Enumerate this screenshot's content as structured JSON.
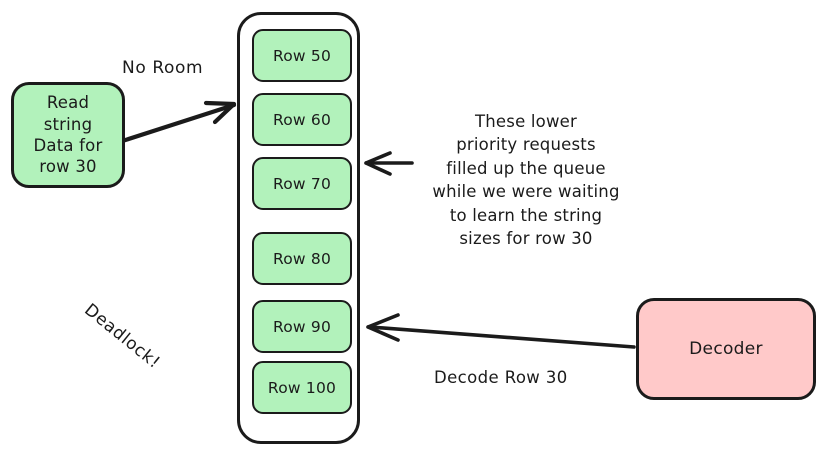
{
  "diagram": {
    "title": "Queue deadlock illustration",
    "background_color": "#ffffff",
    "stroke_color": "#1b1b1b",
    "colors": {
      "green_fill": "#b2f2bb",
      "pink_fill": "#ffc9c9",
      "ink": "#1b1b1b"
    }
  },
  "nodes": {
    "read_request": {
      "label": "Read\nstring\nData for\nrow 30",
      "fill": "#b2f2bb"
    },
    "decoder": {
      "label": "Decoder",
      "fill": "#ffc9c9"
    }
  },
  "queue": {
    "name": "request-queue",
    "items": [
      {
        "label": "Row 50"
      },
      {
        "label": "Row 60"
      },
      {
        "label": "Row 70"
      },
      {
        "label": "Row 80"
      },
      {
        "label": "Row 90"
      },
      {
        "label": "Row 100"
      }
    ]
  },
  "labels": {
    "no_room": "No Room",
    "deadlock": "Deadlock!",
    "decode_row": "Decode Row 30",
    "queue_note": "These lower\npriority requests\nfilled up the queue\nwhile we were waiting\nto learn the string\nsizes for row 30"
  },
  "arrows": [
    {
      "name": "read-to-queue-arrow",
      "from": "read_request",
      "to": "queue",
      "label": "No Room",
      "direction": "up-right"
    },
    {
      "name": "note-to-queue-arrow",
      "from": "queue_note",
      "to": "queue",
      "label": "",
      "direction": "left"
    },
    {
      "name": "decoder-to-queue-arrow",
      "from": "decoder",
      "to": "queue",
      "label": "Decode Row 30",
      "direction": "left"
    }
  ]
}
